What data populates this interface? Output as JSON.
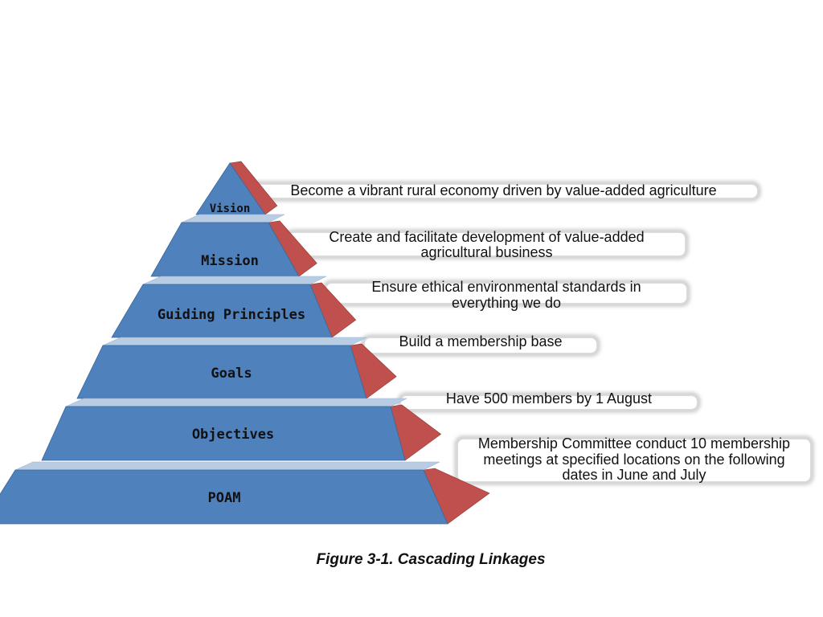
{
  "diagram": {
    "levels": [
      {
        "label": "Vision",
        "description": [
          "Become a vibrant rural economy driven by value-added agriculture"
        ]
      },
      {
        "label": "Mission",
        "description": [
          "Create and facilitate development of value-added",
          "agricultural business"
        ]
      },
      {
        "label": "Guiding Principles",
        "description": [
          "Ensure ethical environmental standards in",
          "everything we do"
        ]
      },
      {
        "label": "Goals",
        "description": [
          "Build a membership base"
        ]
      },
      {
        "label": "Objectives",
        "description": [
          "Have 500 members by 1 August"
        ]
      },
      {
        "label": "POAM",
        "description": [
          "Membership Committee conduct 10 membership",
          "meetings at specified locations on the following",
          "dates in June and July"
        ]
      }
    ],
    "caption": "Figure 3-1. Cascading Linkages"
  },
  "colors": {
    "front_face": "#4f81bd",
    "front_edge": "#3a6899",
    "top_face": "#b8cce4",
    "side_face": "#c0504d",
    "side_edge": "#8f3532",
    "callout_border": "#c8c8c8",
    "text": "#111111"
  }
}
